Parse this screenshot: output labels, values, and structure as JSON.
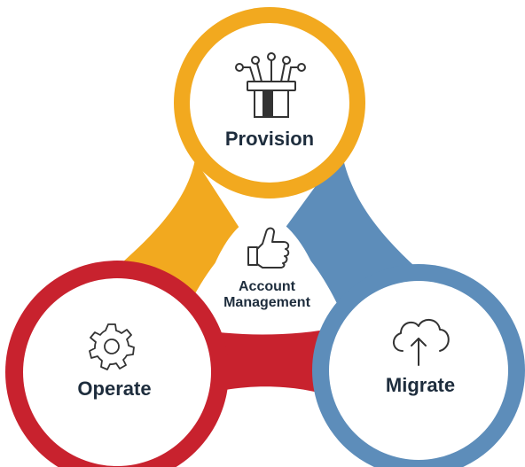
{
  "diagram": {
    "center": {
      "label_line1": "Account",
      "label_line2": "Management",
      "icon": "thumbs-up-icon"
    },
    "nodes": [
      {
        "id": "provision",
        "label": "Provision",
        "icon": "circuit-connector-icon",
        "color": "#f2a91f"
      },
      {
        "id": "operate",
        "label": "Operate",
        "icon": "gear-icon",
        "color": "#c8222e"
      },
      {
        "id": "migrate",
        "label": "Migrate",
        "icon": "cloud-upload-icon",
        "color": "#5d8dba"
      }
    ]
  }
}
